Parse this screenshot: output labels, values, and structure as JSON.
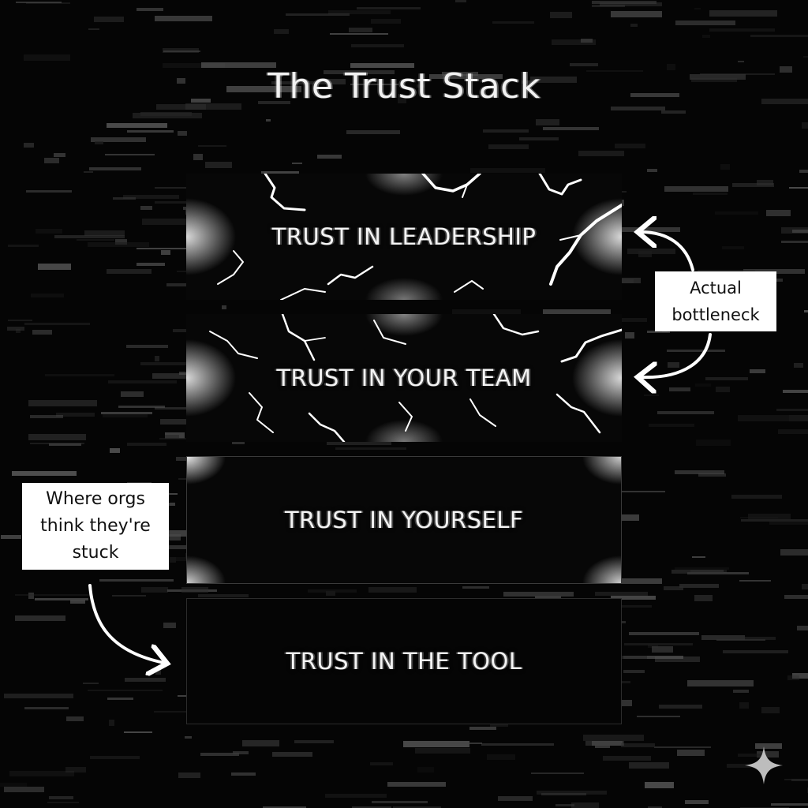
{
  "title": "The Trust Stack",
  "layers": [
    {
      "label": "TRUST IN LEADERSHIP",
      "state": "cracked-heavy"
    },
    {
      "label": "TRUST IN YOUR TEAM",
      "state": "cracked"
    },
    {
      "label": "TRUST IN YOURSELF",
      "state": "intact"
    },
    {
      "label": "TRUST IN THE TOOL",
      "state": "intact"
    }
  ],
  "annotations": {
    "right": {
      "lines": [
        "Actual",
        "bottleneck"
      ],
      "points_to": [
        "layer-1",
        "layer-2"
      ]
    },
    "left": {
      "lines": [
        "Where orgs",
        "think they're",
        "stuck"
      ],
      "points_to": [
        "layer-4"
      ]
    }
  },
  "icons": {
    "corner": "sparkle-icon",
    "arrow": "curved-arrow-icon"
  },
  "colors": {
    "background": "#050505",
    "text": "#f4f4f4",
    "note_bg": "#ffffff",
    "note_text": "#111111"
  }
}
